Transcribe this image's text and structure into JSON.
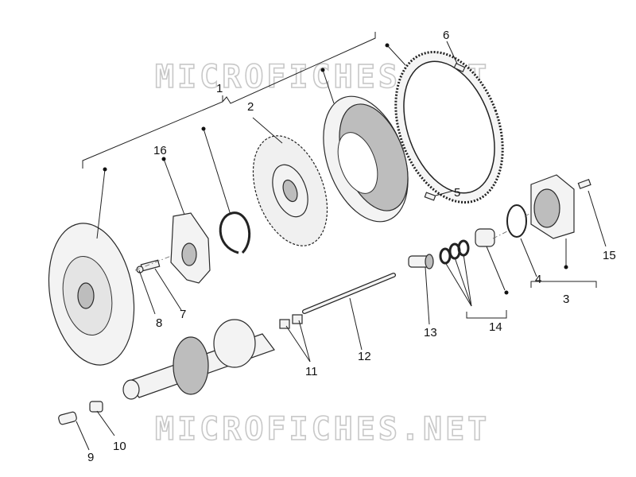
{
  "watermark": "MICROFICHES.NET",
  "callouts": [
    "1",
    "2",
    "3",
    "4",
    "5",
    "6",
    "7",
    "8",
    "9",
    "10",
    "11",
    "12",
    "13",
    "14",
    "15",
    "16"
  ],
  "parts": {
    "flywheel_ring_gear": "ring-gear",
    "clutch_pressure_plate": "pressure-plate",
    "clutch_disc": "clutch-disc",
    "circlip": "circlip",
    "spring_plate": "spring-plate",
    "flywheel_body": "flywheel",
    "main_shaft": "main-shaft",
    "push_rod": "push-rod",
    "release_cylinder": "release-cylinder"
  }
}
